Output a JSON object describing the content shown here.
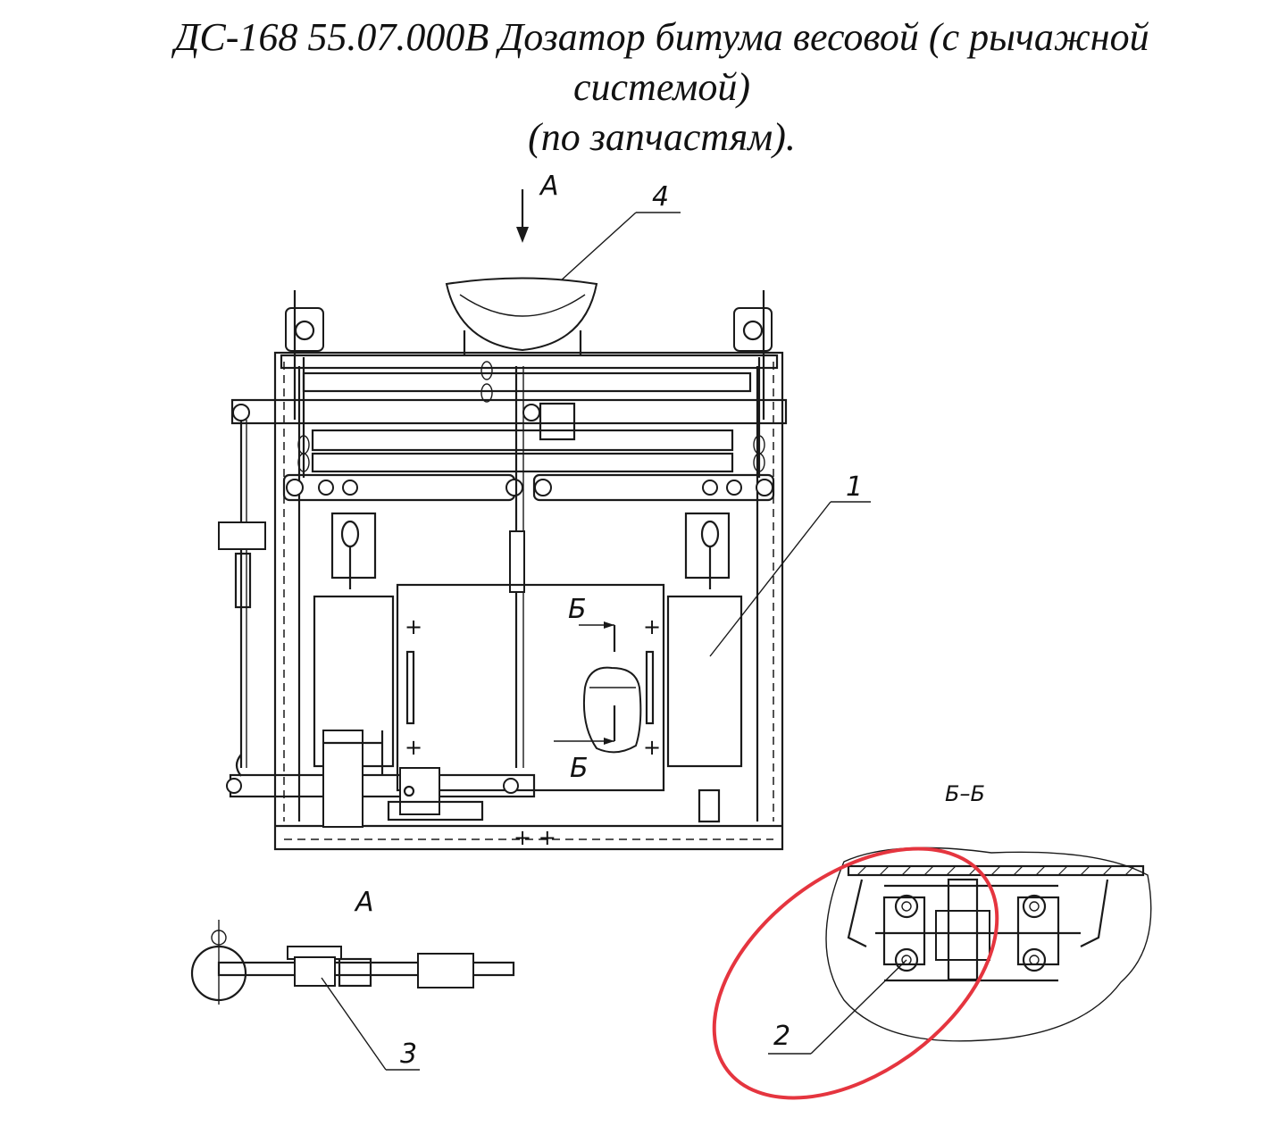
{
  "title": {
    "line1": "ДС-168 55.07.000В Дозатор битума весовой (с рычажной",
    "line2": "системой)",
    "line3": "(по запчастям)."
  },
  "labels": {
    "view_arrow": "А",
    "part_4": "4",
    "part_1": "1",
    "section_mark_top": "Б",
    "section_mark_bottom": "Б",
    "section_title": "Б–Б",
    "view_title": "А",
    "part_3": "3",
    "part_2": "2"
  },
  "colors": {
    "line": "#1a1a1a",
    "highlight_ellipse": "#e5353f",
    "background": "#ffffff"
  }
}
